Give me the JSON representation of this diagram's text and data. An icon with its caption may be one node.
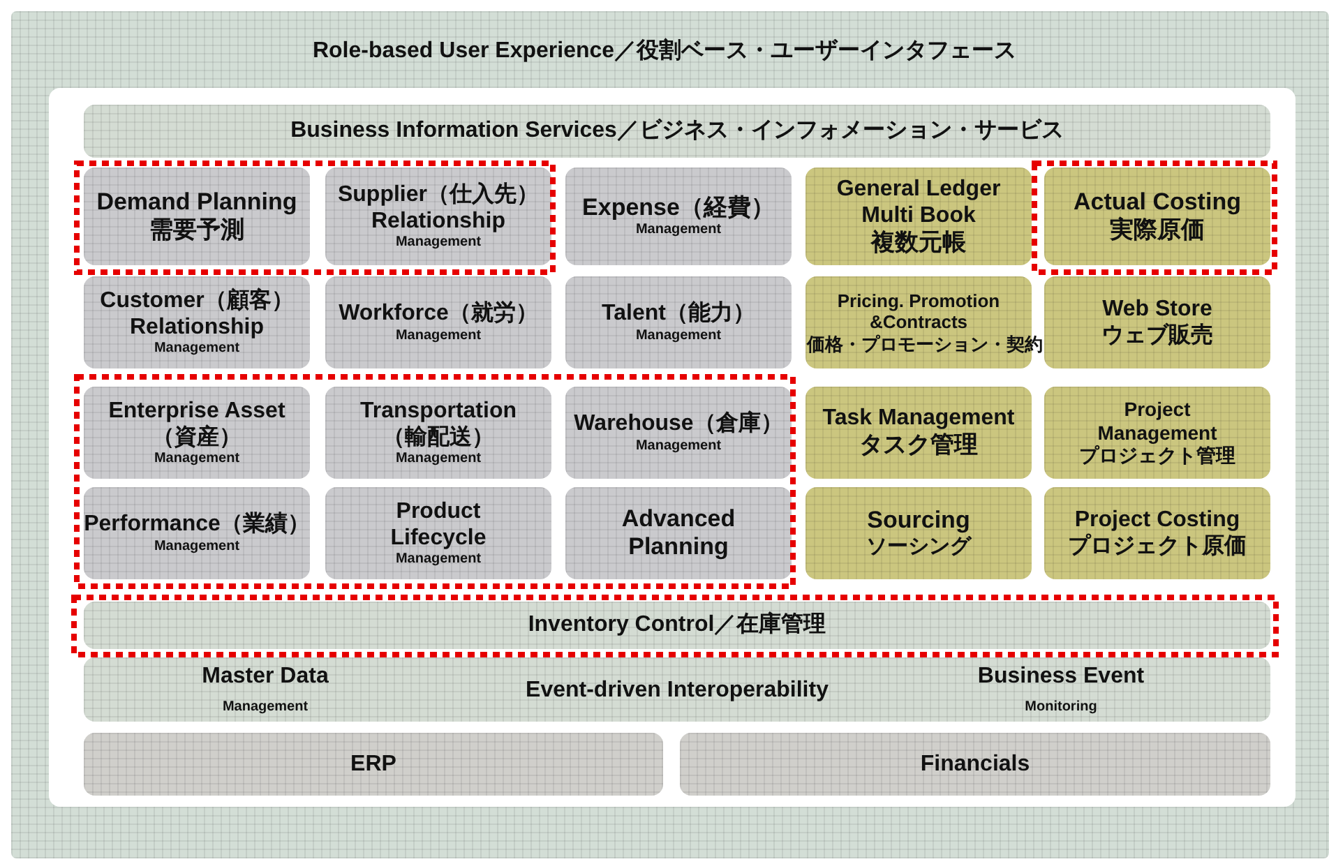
{
  "diagram": {
    "title": "Role-based User Experience／役割ベース・ユーザーインタフェース",
    "nodes": [
      {
        "text": [
          "Business Information Services／ビジネス・インフォメーション・サービス"
        ]
      },
      {
        "text": [
          "Demand Planning",
          "需要予測"
        ]
      },
      {
        "text": [
          "Supplier（仕入先） Relationship",
          "Management"
        ]
      },
      {
        "text": [
          "Expense（経費）",
          "Management"
        ]
      },
      {
        "text": [
          "General Ledger Multi Book",
          "複数元帳"
        ]
      },
      {
        "text": [
          "Actual Costing",
          "実際原価"
        ]
      },
      {
        "text": [
          "Customer（顧客） Relationship",
          "Management"
        ]
      },
      {
        "text": [
          "Workforce（就労）",
          "Management"
        ]
      },
      {
        "text": [
          "Talent（能力）",
          "Management"
        ]
      },
      {
        "text": [
          "Pricing. Promotion &Contracts",
          "価格・プロモーション・契約"
        ]
      },
      {
        "text": [
          "Web Store",
          "ウェブ販売"
        ]
      },
      {
        "text": [
          "Enterprise Asset（資産）",
          "Management"
        ]
      },
      {
        "text": [
          "Transportation （輸配送）",
          "Management"
        ]
      },
      {
        "text": [
          "Warehouse（倉庫）",
          "Management"
        ]
      },
      {
        "text": [
          "Task Management",
          "タスク管理"
        ]
      },
      {
        "text": [
          "Project Management",
          "プロジェクト管理"
        ]
      },
      {
        "text": [
          "Performance（業績）",
          "Management"
        ]
      },
      {
        "text": [
          "Product Lifecycle",
          "Management"
        ]
      },
      {
        "text": [
          "Advanced Planning"
        ]
      },
      {
        "text": [
          "Sourcing",
          "ソーシング"
        ]
      },
      {
        "text": [
          "Project Costing",
          "プロジェクト原価"
        ]
      },
      {
        "text": [
          "Inventory Control／在庫管理"
        ]
      },
      {
        "text": [
          "Master Data",
          "Management",
          "Event-driven Interoperability",
          "Business Event",
          "Monitoring"
        ]
      },
      {
        "text": [
          "ERP"
        ]
      },
      {
        "text": [
          "Financials"
        ]
      }
    ],
    "edges": []
  }
}
